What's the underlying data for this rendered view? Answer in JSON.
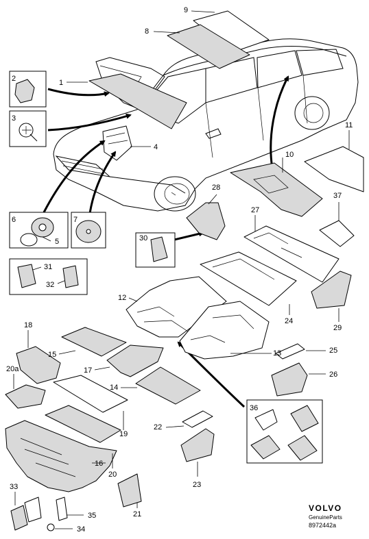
{
  "brand": {
    "name": "VOLVO",
    "tagline": "GenuineParts",
    "code": "8972442a"
  },
  "callouts": {
    "c1": "1",
    "c2": "2",
    "c3": "3",
    "c4": "4",
    "c5": "5",
    "c6": "6",
    "c7": "7",
    "c8": "8",
    "c9": "9",
    "c10": "10",
    "c11": "11",
    "c12": "12",
    "c13": "13",
    "c14": "14",
    "c15": "15",
    "c16": "16",
    "c17": "17",
    "c18": "18",
    "c19": "19",
    "c20": "20",
    "c20a": "20a",
    "c21": "21",
    "c22": "22",
    "c23": "23",
    "c24": "24",
    "c25": "25",
    "c26": "26",
    "c27": "27",
    "c28": "28",
    "c29": "29",
    "c30": "30",
    "c31": "31",
    "c32": "32",
    "c33": "33",
    "c34": "34",
    "c35": "35",
    "c36": "36",
    "c37": "37"
  }
}
